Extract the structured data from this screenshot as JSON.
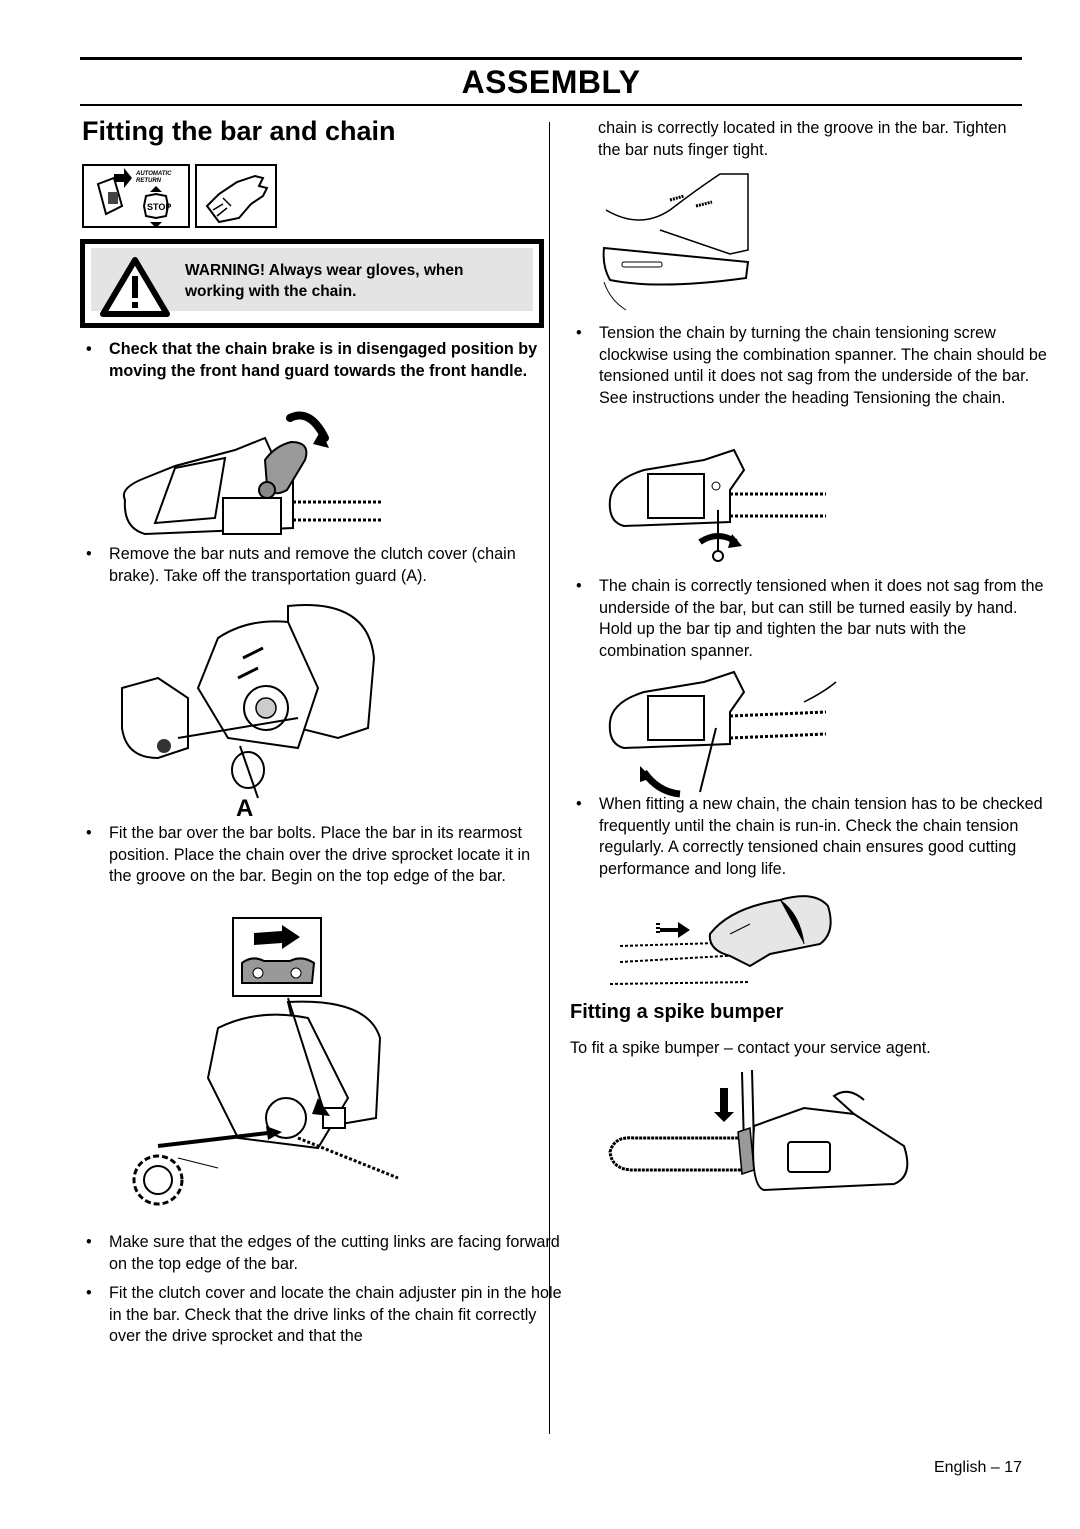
{
  "header": {
    "section": "ASSEMBLY"
  },
  "left": {
    "title": "Fitting the bar and chain",
    "pictogram_labels": [
      "AUTOMATIC",
      "RETURN",
      "STOP"
    ],
    "warning": "WARNING! Always wear gloves, when working with the chain.",
    "bullets": [
      "Check that the chain brake is in disengaged position by moving the front hand guard towards the front handle.",
      "Remove the bar nuts and remove the clutch cover (chain brake). Take off the transportation guard (A).",
      "Fit the bar over the bar bolts. Place the bar in its rearmost position. Place the chain over the drive sprocket locate it in the groove on the bar. Begin on the top edge of the bar.",
      "Make sure that the edges of the cutting links are facing forward on the top edge of the bar.",
      "Fit the clutch cover and locate the chain adjuster pin in the hole in the bar. Check that the drive links of the chain fit correctly over the drive sprocket and that the"
    ],
    "figure_label_a": "A"
  },
  "right": {
    "continuation": "chain is correctly located in the groove in the bar. Tighten the bar nuts finger tight.",
    "bullets": [
      "Tension the chain by turning the chain tensioning screw clockwise using the combination spanner. The chain should be tensioned until it does not sag from the underside of the bar. See instructions under the heading Tensioning the chain.",
      "The chain is correctly tensioned when it does not sag from the underside of the bar, but can still be turned easily by hand. Hold up the bar tip and tighten the bar nuts with the combination spanner.",
      "When fitting a new chain, the chain tension has to be checked frequently until the chain is run-in. Check the chain tension regularly. A correctly tensioned chain ensures good cutting performance and long life."
    ],
    "subtitle": "Fitting a spike bumper",
    "spike_text": "To fit a spike bumper – contact your service agent."
  },
  "footer": {
    "page": "English – 17"
  }
}
